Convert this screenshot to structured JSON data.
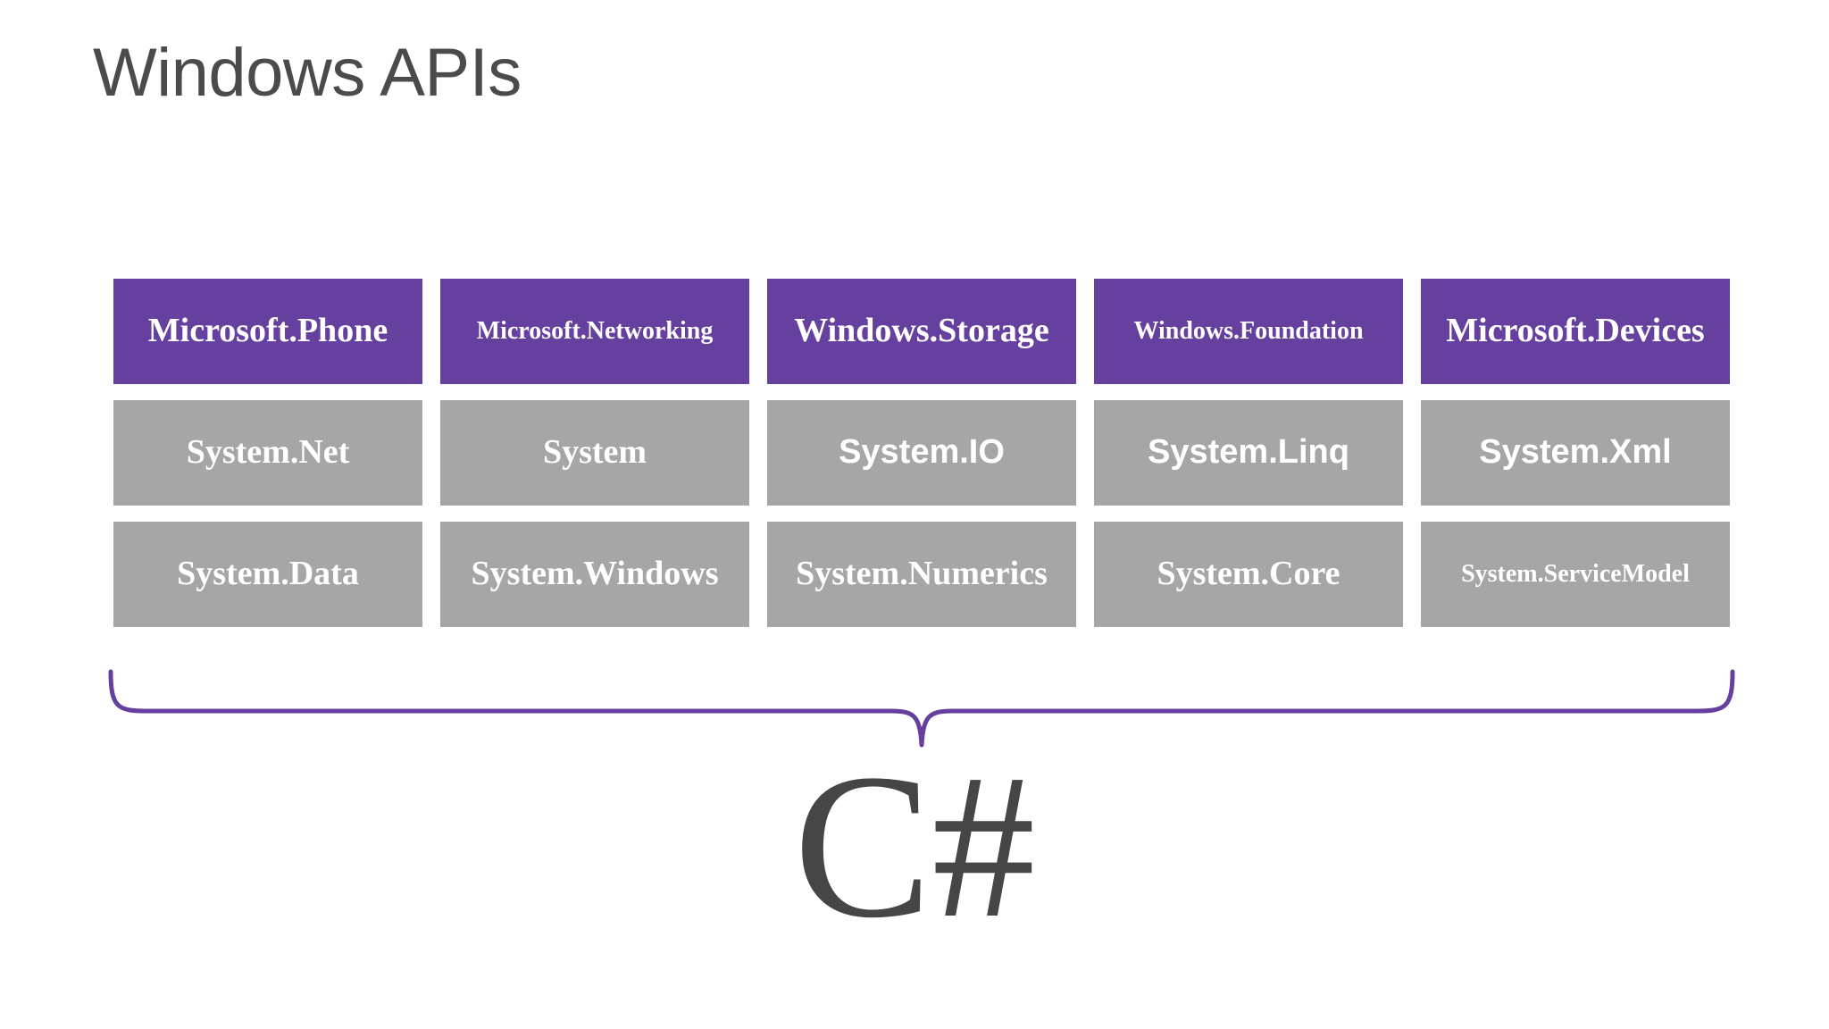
{
  "slide": {
    "title": "Windows APIs",
    "background_color": "#ffffff"
  },
  "colors": {
    "purple": "#65409e",
    "gray": "#a6a6a6",
    "title_text": "#4b4b4b",
    "box_text": "#ffffff",
    "brace": "#65409e",
    "language_text": "#464646"
  },
  "api_grid": {
    "columns": 5,
    "rows": 3,
    "boxes": [
      {
        "label": "Microsoft.Phone",
        "color": "purple",
        "font": "serif",
        "size": "size-lg"
      },
      {
        "label": "Microsoft.Networking",
        "color": "purple",
        "font": "serif",
        "size": "size-sm"
      },
      {
        "label": "Windows.Storage",
        "color": "purple",
        "font": "serif",
        "size": "size-lg"
      },
      {
        "label": "Windows.Foundation",
        "color": "purple",
        "font": "serif",
        "size": "size-sm"
      },
      {
        "label": "Microsoft.Devices",
        "color": "purple",
        "font": "serif",
        "size": "size-lg"
      },
      {
        "label": "System.Net",
        "color": "gray",
        "font": "serif",
        "size": "size-lg"
      },
      {
        "label": "System",
        "color": "gray",
        "font": "serif",
        "size": "size-lg"
      },
      {
        "label": "System.IO",
        "color": "gray",
        "font": "sans",
        "size": "size-lg"
      },
      {
        "label": "System.Linq",
        "color": "gray",
        "font": "sans",
        "size": "size-lg"
      },
      {
        "label": "System.Xml",
        "color": "gray",
        "font": "sans",
        "size": "size-lg"
      },
      {
        "label": "System.Data",
        "color": "gray",
        "font": "serif",
        "size": "size-lg"
      },
      {
        "label": "System.Windows",
        "color": "gray",
        "font": "serif",
        "size": "size-lg"
      },
      {
        "label": "System.Numerics",
        "color": "gray",
        "font": "serif",
        "size": "size-lg"
      },
      {
        "label": "System.Core",
        "color": "gray",
        "font": "serif",
        "size": "size-lg"
      },
      {
        "label": "System.ServiceModel",
        "color": "gray",
        "font": "serif",
        "size": "size-sm"
      }
    ]
  },
  "brace": {
    "orientation": "down",
    "icon": "curly-brace-icon"
  },
  "language": {
    "name": "C#"
  }
}
